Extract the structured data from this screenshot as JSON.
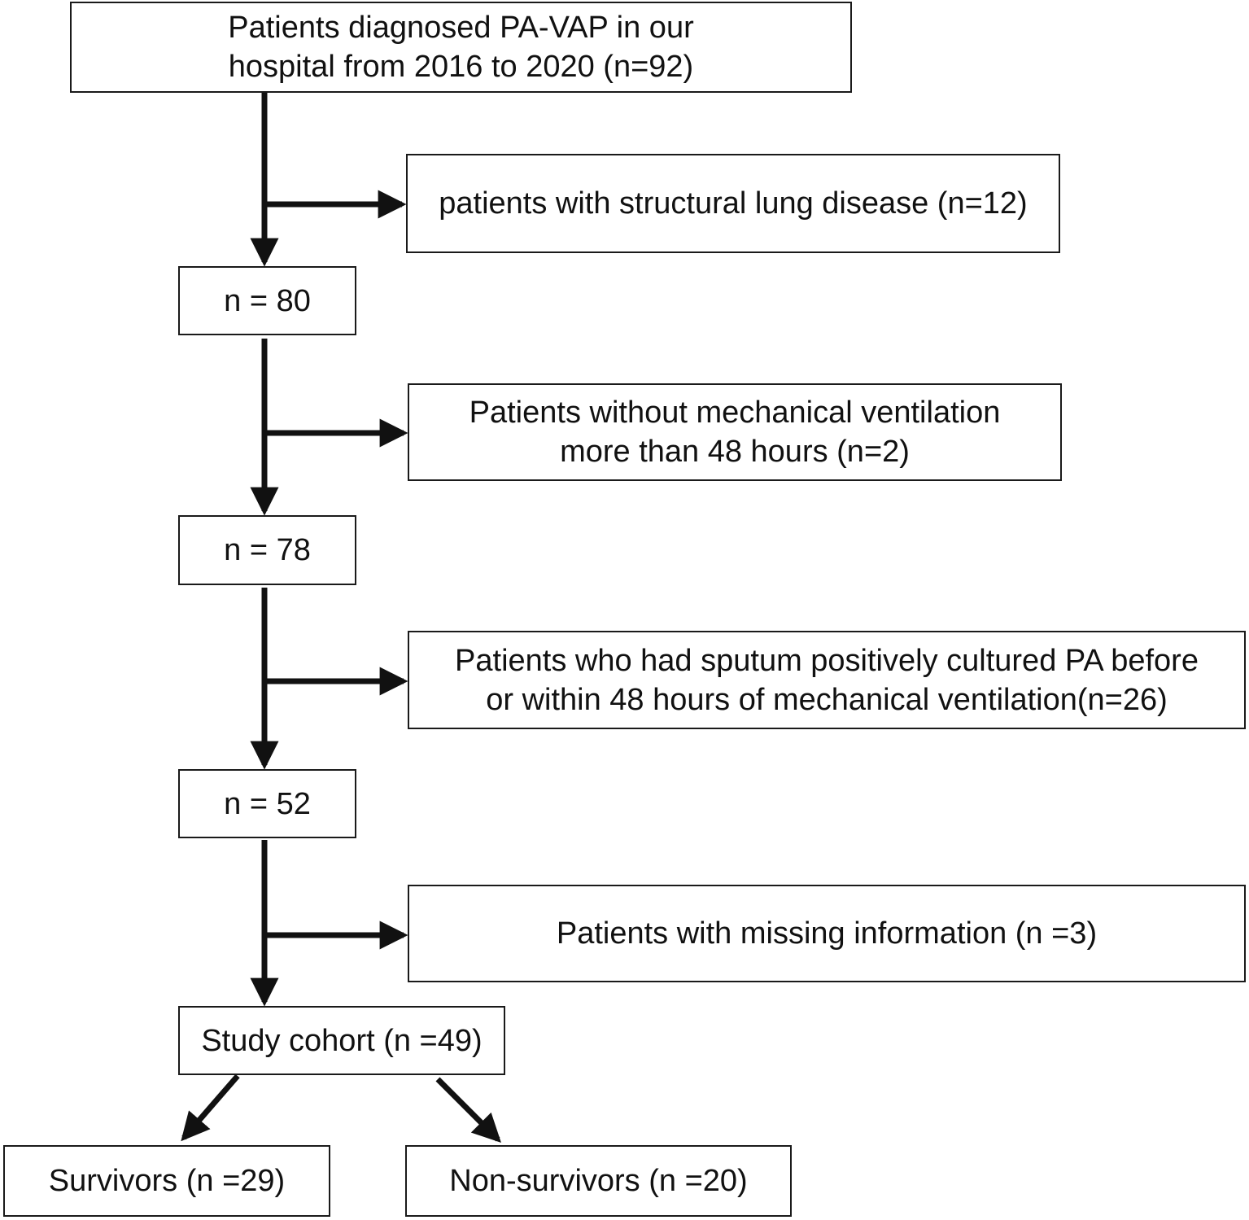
{
  "flowchart": {
    "start": {
      "line1": "Patients diagnosed PA-VAP in our",
      "line2": "hospital from 2016 to 2020 (n=92)"
    },
    "exclusions": [
      {
        "line1": "patients with structural lung disease (n=12)"
      },
      {
        "line1": "Patients without  mechanical ventilation",
        "line2": "more than  48 hours (n=2)"
      },
      {
        "line1": "Patients who had sputum positively cultured PA before",
        "line2": "or within 48 hours of mechanical ventilation(n=26)"
      },
      {
        "line1": "Patients with  missing information (n =3)"
      }
    ],
    "steps": [
      "n = 80",
      "n = 78",
      "n = 52"
    ],
    "cohort": "Study cohort (n =49)",
    "outcomes": {
      "survivors": "Survivors (n =29)",
      "non_survivors": "Non-survivors (n =20)"
    }
  },
  "colors": {
    "line": "#111111",
    "border": "#1a1a1a",
    "background": "#ffffff"
  }
}
